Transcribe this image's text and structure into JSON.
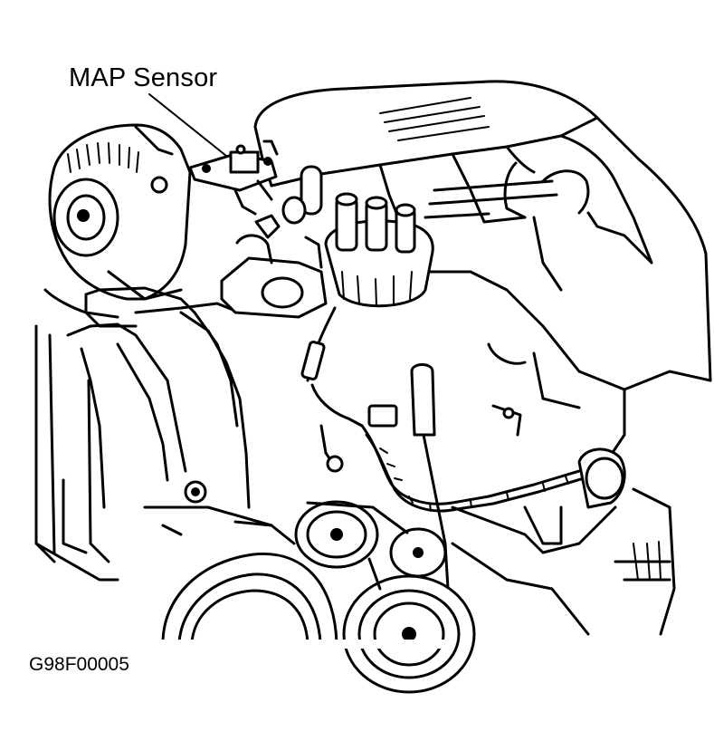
{
  "diagram": {
    "callout_label": "MAP Sensor",
    "figure_id": "G98F00005",
    "components": [
      "map-sensor",
      "alternator",
      "distributor",
      "engine-block",
      "serpentine-belt",
      "pulleys",
      "wiring-harness"
    ]
  },
  "colors": {
    "line": "#000000",
    "background": "#ffffff"
  }
}
